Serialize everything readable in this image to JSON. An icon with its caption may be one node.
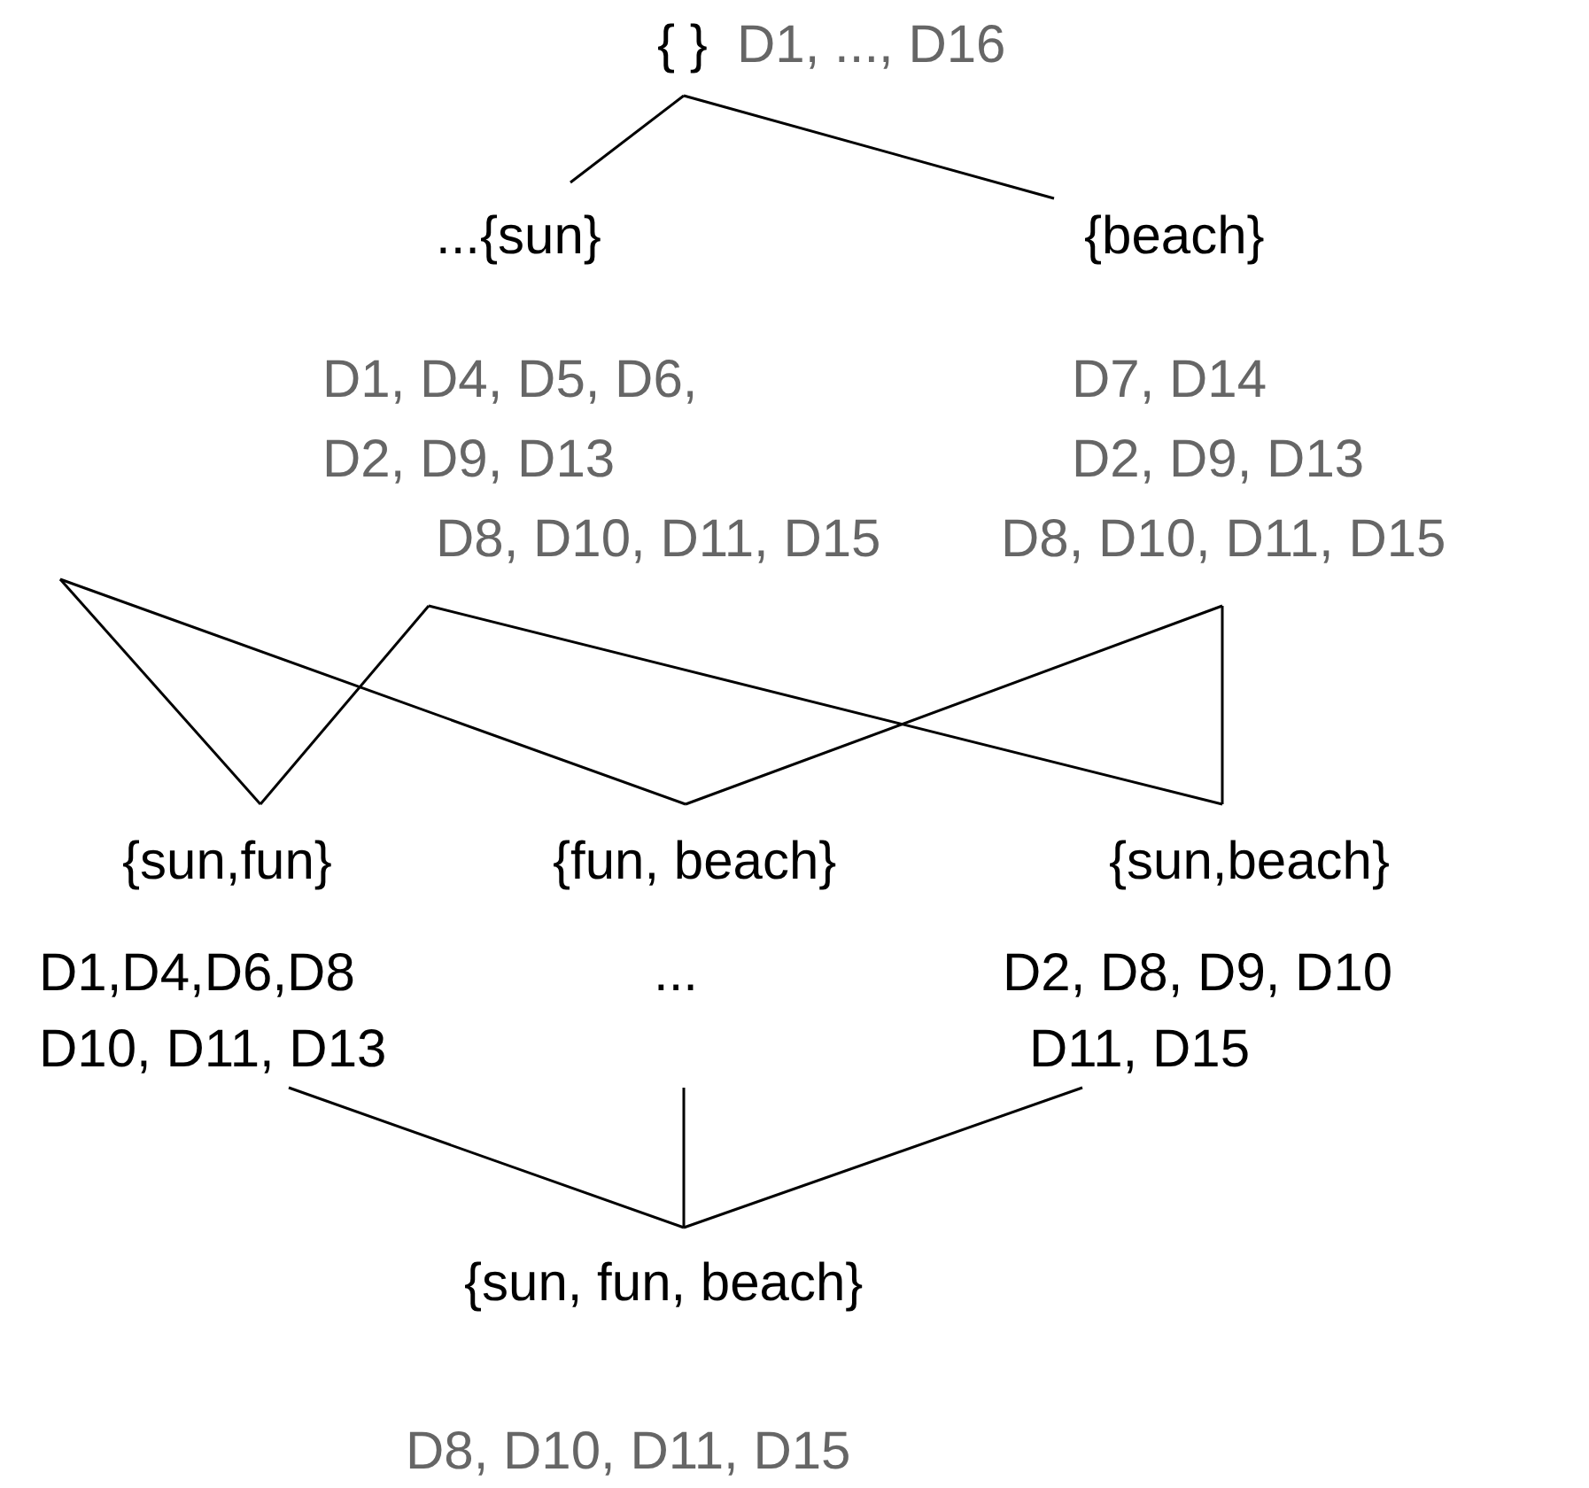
{
  "diagram": {
    "nodes": [
      {
        "text": [
          "{ }"
        ],
        "beside": [
          "D1, ..., D16"
        ]
      },
      {
        "text": [
          "...{sun}"
        ],
        "beside": [
          "D1, D4, D5, D6,",
          "D2, D9, D13",
          "D8, D10, D11, D15"
        ]
      },
      {
        "text": [
          "{beach}"
        ],
        "beside": [
          "D7, D14",
          "D2, D9, D13",
          "D8, D10, D11, D15"
        ]
      },
      {
        "text": [
          "{sun,fun}"
        ],
        "beside": [
          "D1,D4,D6,D8",
          "D10, D11, D13"
        ]
      },
      {
        "text": [
          "{fun, beach}"
        ],
        "beside": [
          "..."
        ]
      },
      {
        "text": [
          "{sun,beach}"
        ],
        "beside": [
          "D2, D8, D9, D10",
          "D11, D15"
        ]
      },
      {
        "text": [
          "{sun, fun, beach}"
        ],
        "beside": [
          "D8, D10, D11, D15"
        ]
      }
    ],
    "edges": [
      {
        "from": 0,
        "to": 1,
        "arrow": "none"
      },
      {
        "from": 0,
        "to": 2,
        "arrow": "none"
      },
      {
        "from": null,
        "to": 3,
        "arrow": "none"
      },
      {
        "from": null,
        "to": 4,
        "arrow": "none"
      },
      {
        "from": 1,
        "to": 3,
        "arrow": "none"
      },
      {
        "from": 1,
        "to": 5,
        "arrow": "none"
      },
      {
        "from": 2,
        "to": 4,
        "arrow": "none"
      },
      {
        "from": 2,
        "to": 5,
        "arrow": "none"
      },
      {
        "from": 3,
        "to": 6,
        "arrow": "none"
      },
      {
        "from": 4,
        "to": 6,
        "arrow": "none"
      },
      {
        "from": 5,
        "to": 6,
        "arrow": "none"
      }
    ]
  }
}
